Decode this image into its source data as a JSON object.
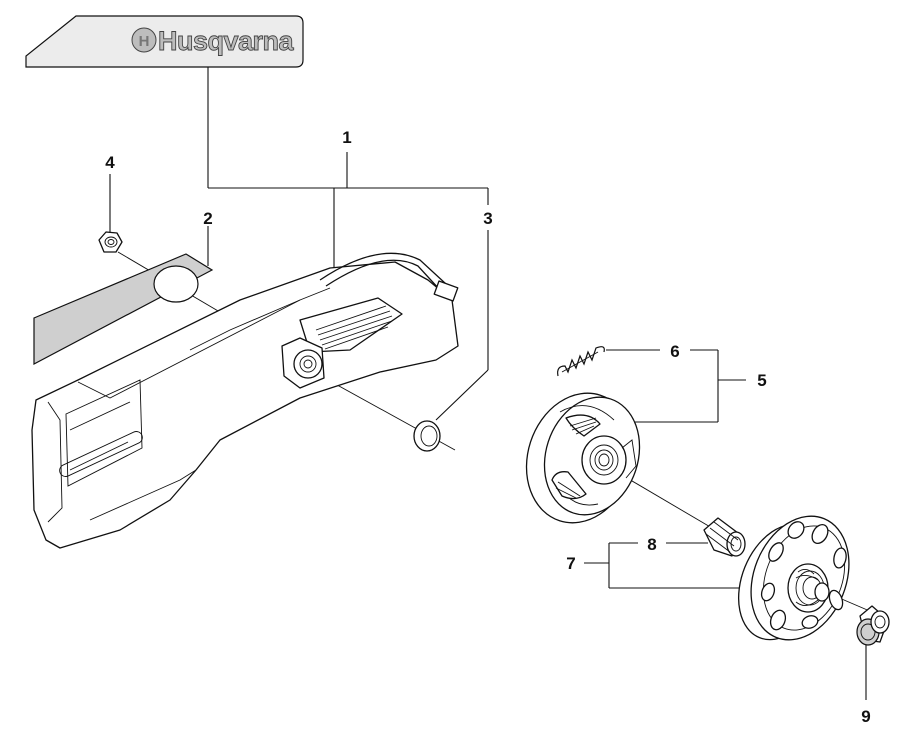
{
  "brand": {
    "logo_text": "Husqvarna",
    "color": "#bdbdbd"
  },
  "callouts": [
    {
      "id": "1",
      "label": "1"
    },
    {
      "id": "2",
      "label": "2"
    },
    {
      "id": "3",
      "label": "3"
    },
    {
      "id": "4",
      "label": "4"
    },
    {
      "id": "5",
      "label": "5"
    },
    {
      "id": "6",
      "label": "6"
    },
    {
      "id": "7",
      "label": "7"
    },
    {
      "id": "8",
      "label": "8"
    },
    {
      "id": "9",
      "label": "9"
    }
  ],
  "colors": {
    "line": "#111111",
    "part_fill": "#ffffff",
    "shaded_fill": "#cfcfcf"
  }
}
